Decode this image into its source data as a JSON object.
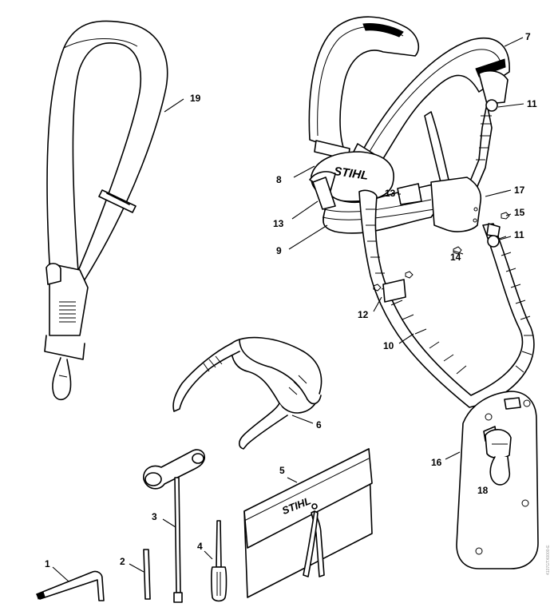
{
  "callouts": {
    "c1": "1",
    "c2": "2",
    "c3": "3",
    "c4": "4",
    "c5": "5",
    "c6": "6",
    "c7": "7",
    "c8": "8",
    "c9": "9",
    "c10": "10",
    "c11a": "11",
    "c11b": "11",
    "c12": "12",
    "c13a": "13",
    "c13b": "13",
    "c14": "14",
    "c15": "15",
    "c16": "16",
    "c17": "17",
    "c18": "18",
    "c19": "19"
  },
  "brand": {
    "harness_logo": "STIHL",
    "pouch_logo": "STIHL"
  },
  "watermark": "4137GTX0000-E"
}
